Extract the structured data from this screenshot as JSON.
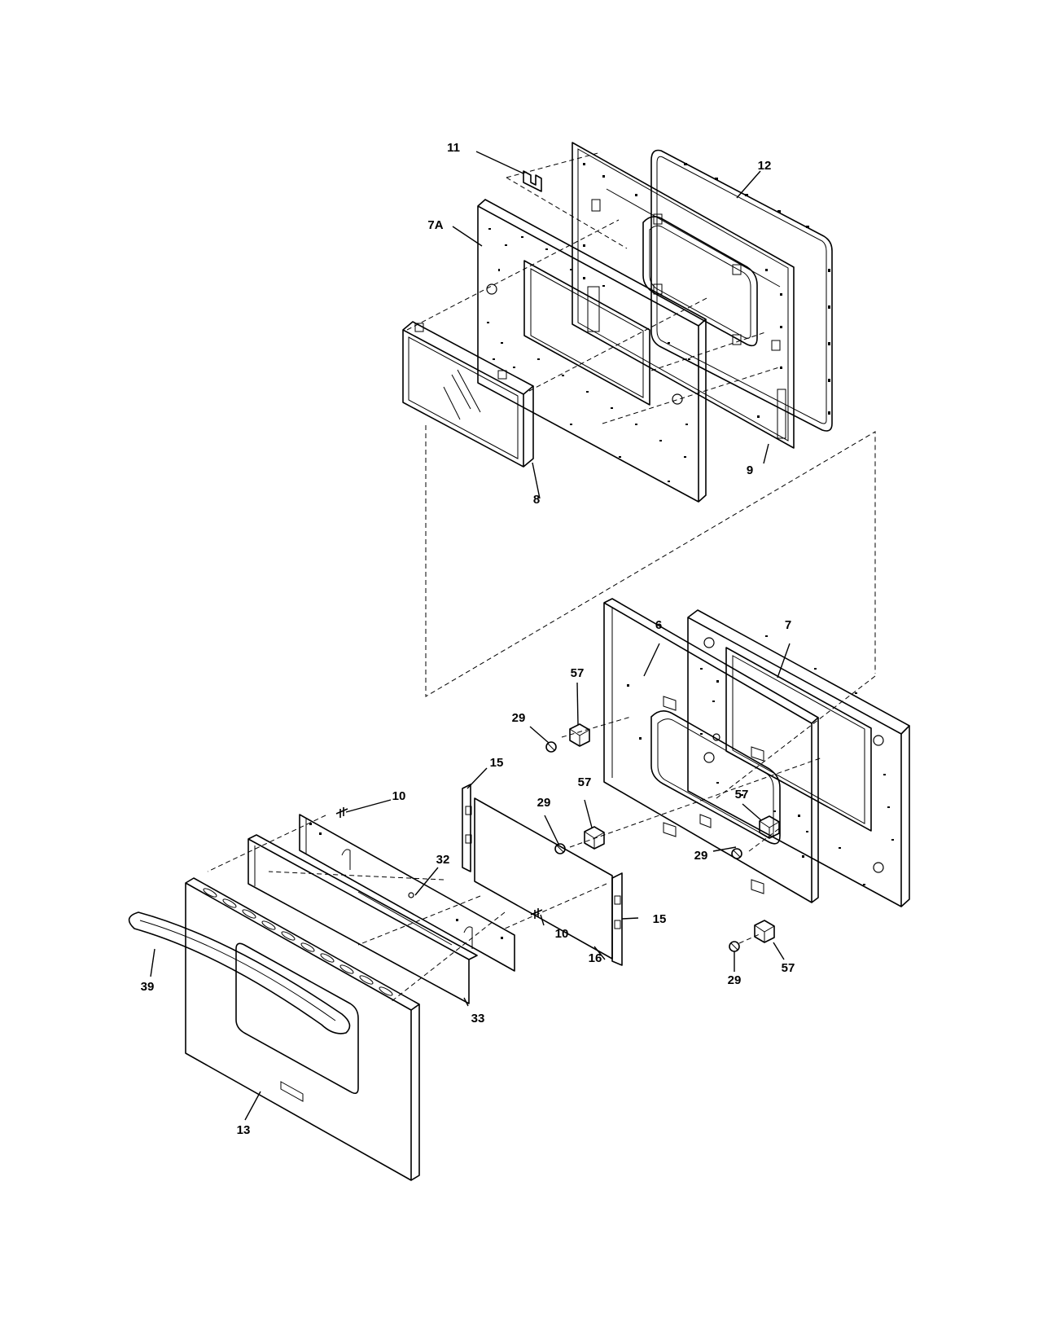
{
  "diagram": {
    "part_labels": {
      "p11": "11",
      "p12": "12",
      "p7a": "7A",
      "p9": "9",
      "p8": "8",
      "p6": "6",
      "p7": "7",
      "p57a": "57",
      "p29a": "29",
      "p15a": "15",
      "p29b": "29",
      "p57b": "57",
      "p57c": "57",
      "p29c": "29",
      "p10a": "10",
      "p32": "32",
      "p10b": "10",
      "p15b": "15",
      "p16": "16",
      "p39": "39",
      "p33": "33",
      "p29d": "29",
      "p57d": "57",
      "p13": "13"
    }
  }
}
